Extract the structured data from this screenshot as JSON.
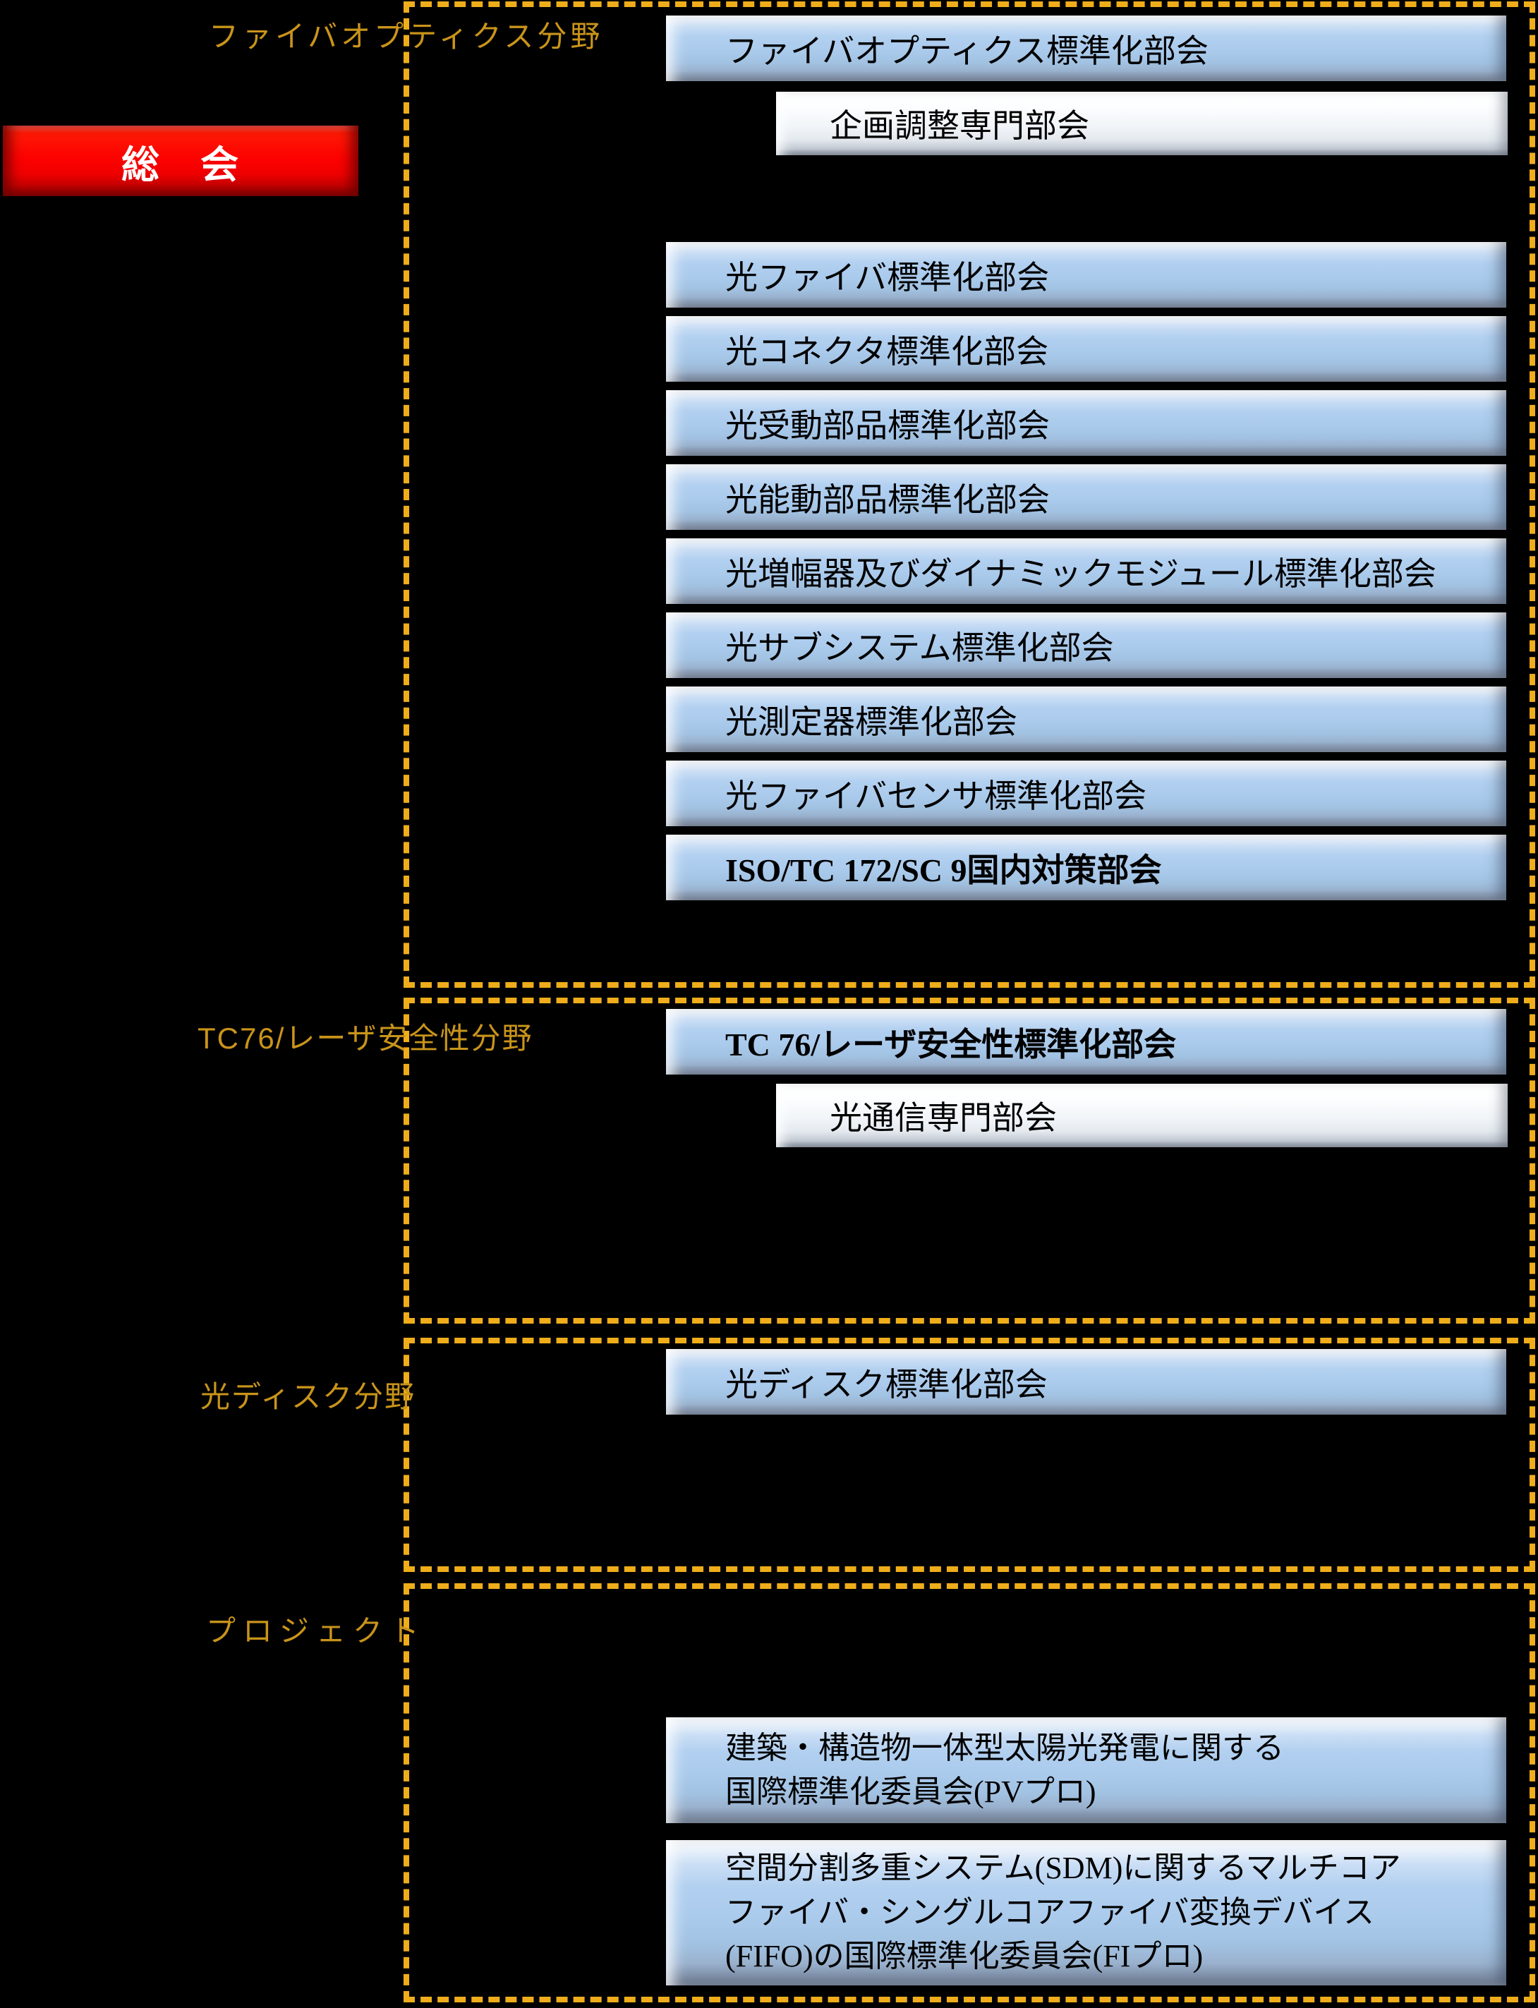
{
  "page": {
    "background": "#000000",
    "dashed_border_color": "#efad1b",
    "section_label_color": "#c9941a",
    "blue_box_color": "#aacaec",
    "white_box_color": "#f1f5f9",
    "assembly_box_color": "#fd0200"
  },
  "assembly": {
    "label": "総　会"
  },
  "sections": [
    {
      "label": "ファイバオプティクス分野",
      "main_box": "ファイバオプティクス標準化部会",
      "sub_box": "企画調整専門部会",
      "boxes": [
        "光ファイバ標準化部会",
        "光コネクタ標準化部会",
        "光受動部品標準化部会",
        "光能動部品標準化部会",
        "光増幅器及びダイナミックモジュール標準化部会",
        "光サブシステム標準化部会",
        "光測定器標準化部会",
        "光ファイバセンサ標準化部会",
        "ISO/TC 172/SC 9国内対策部会"
      ]
    },
    {
      "label": "TC76/レーザ安全性分野",
      "main_box": "TC 76/レーザ安全性標準化部会",
      "sub_box": "光通信専門部会"
    },
    {
      "label": "光ディスク分野",
      "main_box": "光ディスク標準化部会"
    },
    {
      "label": "プロジェクト",
      "projects": [
        {
          "lines": [
            "建築・構造物一体型太陽光発電に関する",
            "国際標準化委員会(PVプロ)"
          ]
        },
        {
          "lines": [
            "空間分割多重システム(SDM)に関するマルチコア",
            "ファイバ・シングルコアファイバ変換デバイス",
            "(FIFO)の国際標準化委員会(FIプロ)"
          ]
        }
      ]
    }
  ]
}
